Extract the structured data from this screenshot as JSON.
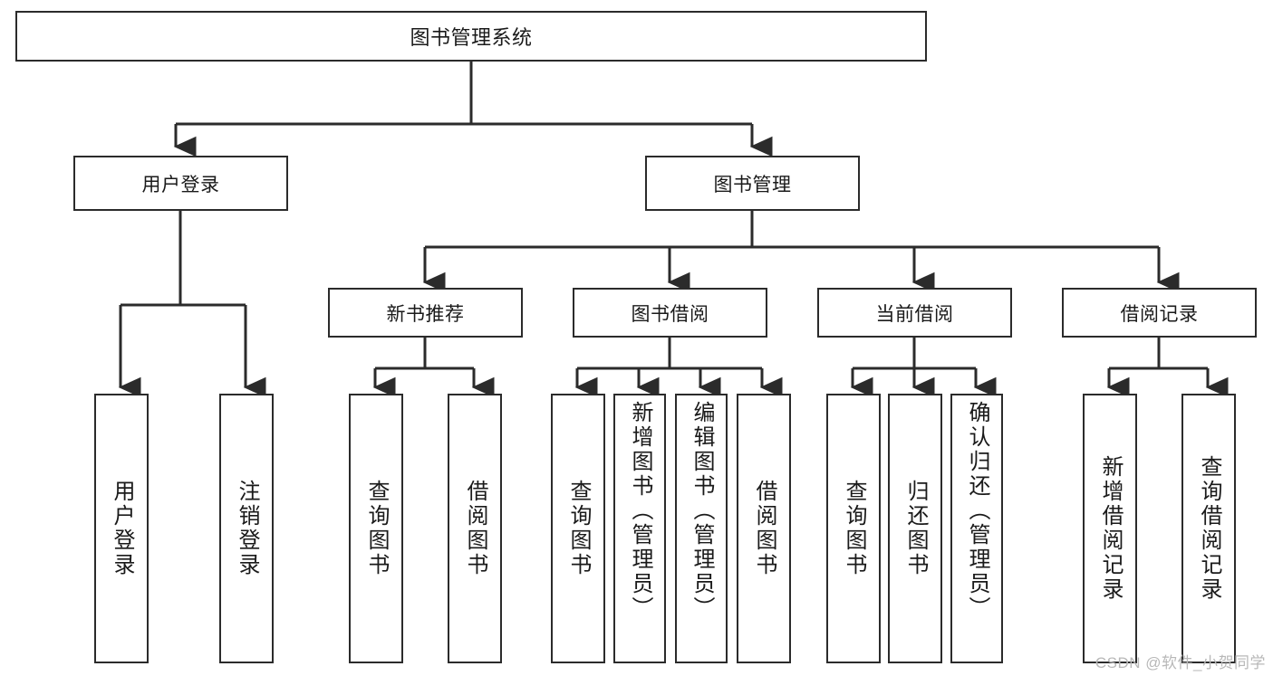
{
  "diagram": {
    "title": "图书管理系统",
    "watermark": "CSDN @软件_小贺同学",
    "colors": {
      "stroke": "#2b2b2b",
      "background": "#ffffff",
      "text": "#1a1a1a",
      "watermark": "#b8b8b8"
    },
    "root": {
      "label": "图书管理系统"
    },
    "level2": [
      {
        "label": "用户登录"
      },
      {
        "label": "图书管理"
      }
    ],
    "level3": [
      {
        "label": "新书推荐"
      },
      {
        "label": "图书借阅"
      },
      {
        "label": "当前借阅"
      },
      {
        "label": "借阅记录"
      }
    ],
    "leaves": {
      "user_login": [
        {
          "label": "用户登录"
        },
        {
          "label": "注销登录"
        }
      ],
      "new_books": [
        {
          "label": "查询图书"
        },
        {
          "label": "借阅图书"
        }
      ],
      "book_borrow": [
        {
          "label": "查询图书"
        },
        {
          "label": "新增图书（管理员）"
        },
        {
          "label": "编辑图书（管理员）"
        },
        {
          "label": "借阅图书"
        }
      ],
      "current_borrow": [
        {
          "label": "查询图书"
        },
        {
          "label": "归还图书"
        },
        {
          "label": "确认归还（管理员）"
        }
      ],
      "borrow_records": [
        {
          "label": "新增借阅记录"
        },
        {
          "label": "查询借阅记录"
        }
      ]
    }
  }
}
